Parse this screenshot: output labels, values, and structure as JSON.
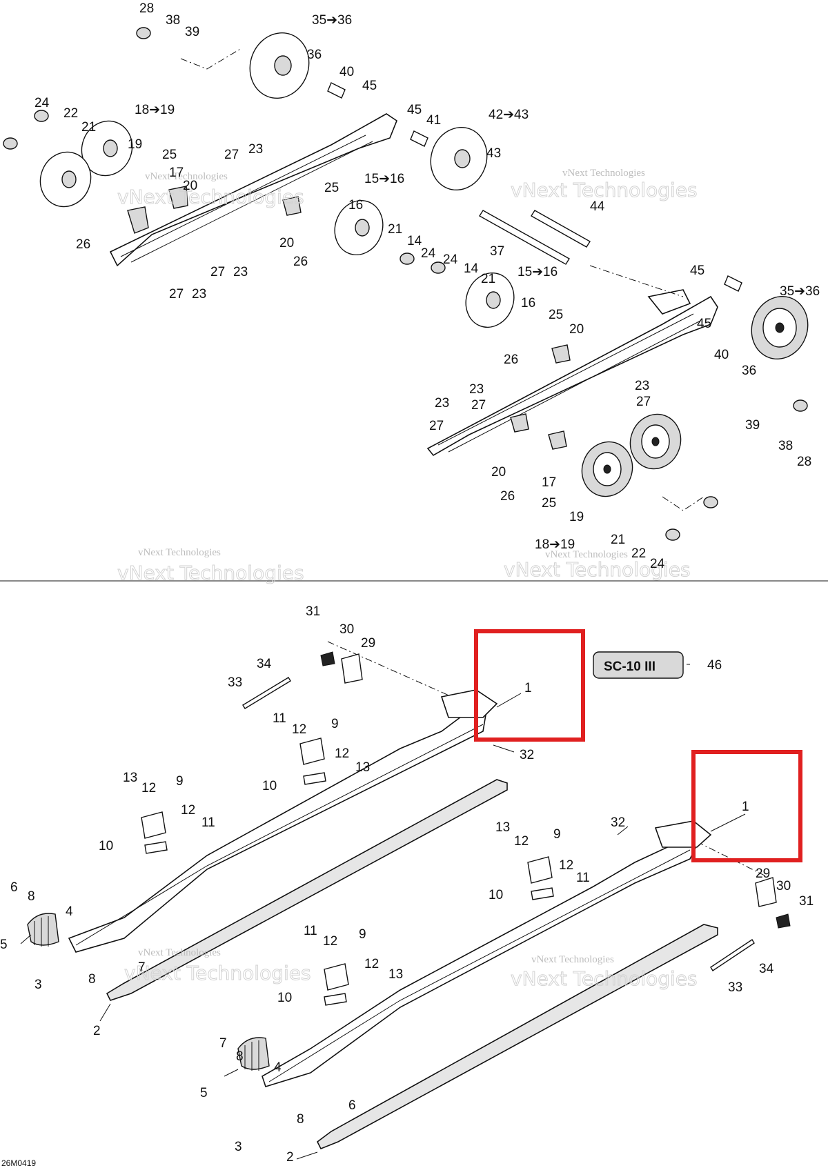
{
  "watermark": "vNext Technologies",
  "drawing_code": "26M0419",
  "brand_decal": "SC-10 III",
  "highlight_color": "#e02020",
  "callouts": {
    "c28a": "28",
    "c38a": "38",
    "c39a": "39",
    "c3536a": "35➔36",
    "c36a": "36",
    "c40a": "40",
    "c45a": "45",
    "c24a": "24",
    "c22a": "22",
    "c21a": "21",
    "c1819a": "18➔19",
    "c19a": "19",
    "c25a": "25",
    "c17a": "17",
    "c20a": "20",
    "c27a": "27",
    "c23a": "23",
    "c45b": "45",
    "c41": "41",
    "c4243": "42➔43",
    "c43": "43",
    "c1516a": "15➔16",
    "c25b": "25",
    "c16a": "16",
    "c44": "44",
    "c37": "37",
    "c26a": "26",
    "c27b": "27",
    "c23b": "23",
    "c20b": "20",
    "c26b": "26",
    "c21b": "21",
    "c14a": "14",
    "c24b": "24",
    "c27c": "27",
    "c23c": "23",
    "c24c": "24",
    "c14b": "14",
    "c21c": "21",
    "c1516b": "15➔16",
    "c16b": "16",
    "c25c": "25",
    "c20c": "20",
    "c26c": "26",
    "c45c": "45",
    "c3536b": "35➔36",
    "c45d": "45",
    "c40b": "40",
    "c36b": "36",
    "c23d": "23",
    "c27d": "27",
    "c23e": "23",
    "c27e": "27",
    "c23f": "23",
    "c27f": "27",
    "c39b": "39",
    "c38b": "38",
    "c28b": "28",
    "c20d": "20",
    "c26d": "26",
    "c17b": "17",
    "c25d": "25",
    "c19b": "19",
    "c1819b": "18➔19",
    "c21d": "21",
    "c22b": "22",
    "c24d": "24",
    "c31a": "31",
    "c30a": "30",
    "c29a": "29",
    "c34a": "34",
    "c33a": "33",
    "c1a": "1",
    "c46": "46",
    "c32a": "32",
    "c11a": "11",
    "c12a": "12",
    "c9a": "9",
    "c12b": "12",
    "c13a": "13",
    "c10a": "10",
    "c13b": "13",
    "c12c": "12",
    "c9b": "9",
    "c12d": "12",
    "c11b": "11",
    "c10b": "10",
    "c6a": "6",
    "c8a": "8",
    "c4a": "4",
    "c5a": "5",
    "c3a": "3",
    "c8b": "8",
    "c7a": "7",
    "c2a": "2",
    "c1b": "1",
    "c32b": "32",
    "c13c": "13",
    "c12e": "12",
    "c9c": "9",
    "c12f": "12",
    "c11c": "11",
    "c10c": "10",
    "c29b": "29",
    "c30b": "30",
    "c31b": "31",
    "c34b": "34",
    "c33b": "33",
    "c11d": "11",
    "c12g": "12",
    "c9d": "9",
    "c12h": "12",
    "c13d": "13",
    "c10d": "10",
    "c7b": "7",
    "c8c": "8",
    "c4b": "4",
    "c5b": "5",
    "c8d": "8",
    "c6b": "6",
    "c3b": "3",
    "c2b": "2"
  }
}
